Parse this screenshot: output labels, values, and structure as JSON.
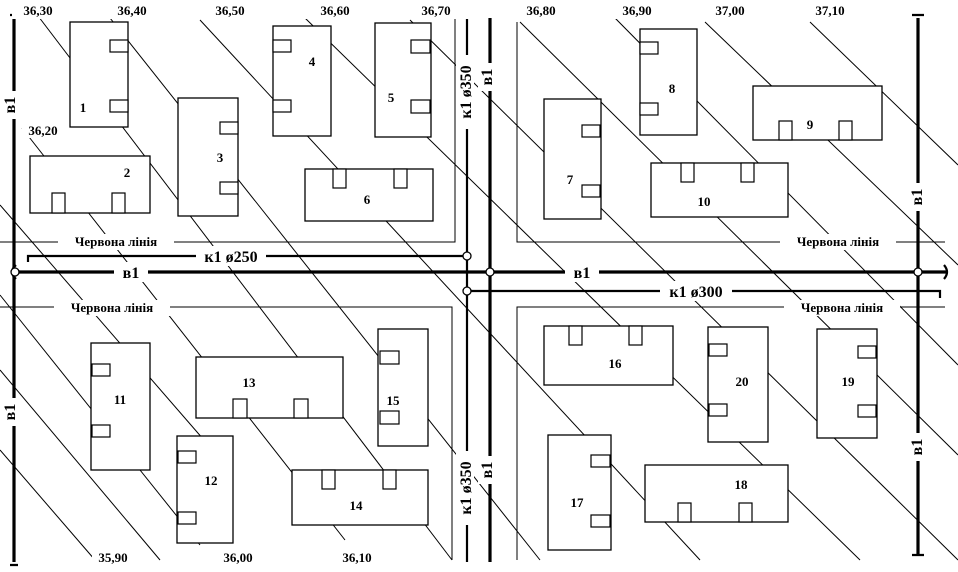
{
  "contour_levels_top": [
    "36,30",
    "36,40",
    "36,50",
    "36,60",
    "36,70",
    "36,80",
    "36,90",
    "37,00",
    "37,10"
  ],
  "contour_level_left": "36,20",
  "contour_levels_bottom": [
    "35,90",
    "36,00",
    "36,10"
  ],
  "buildings": [
    "1",
    "2",
    "3",
    "4",
    "5",
    "6",
    "7",
    "8",
    "9",
    "10",
    "11",
    "12",
    "13",
    "14",
    "15",
    "16",
    "17",
    "18",
    "19",
    "20"
  ],
  "red_line_label": "Червона лінія",
  "water_label": "в1",
  "sewer_left": "к1 ø250",
  "sewer_right": "к1 ø300",
  "sewer_vertical": "к1 ø350"
}
